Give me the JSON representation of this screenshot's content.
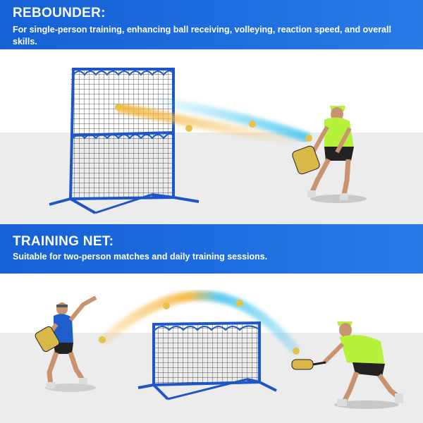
{
  "sections": [
    {
      "title": "REBOUNDER:",
      "description": "For single-person training, enhancing ball receiving, volleying, reaction speed, and overall skills."
    },
    {
      "title": "TRAINING NET:",
      "description": "Suitable for two-person matches and daily training sessions."
    }
  ],
  "colors": {
    "banner_blue": "#1a66dc",
    "frame_blue": "#1f56c7",
    "shirt_lime": "#b6f23c",
    "shirt_blue": "#1f5fcc",
    "paddle_yellow": "#d9b84a",
    "ball_yellow": "#e6c24a",
    "trail_orange": "#f5b43a",
    "trail_cyan": "#49c7f0",
    "court_gray": "#ececec"
  }
}
